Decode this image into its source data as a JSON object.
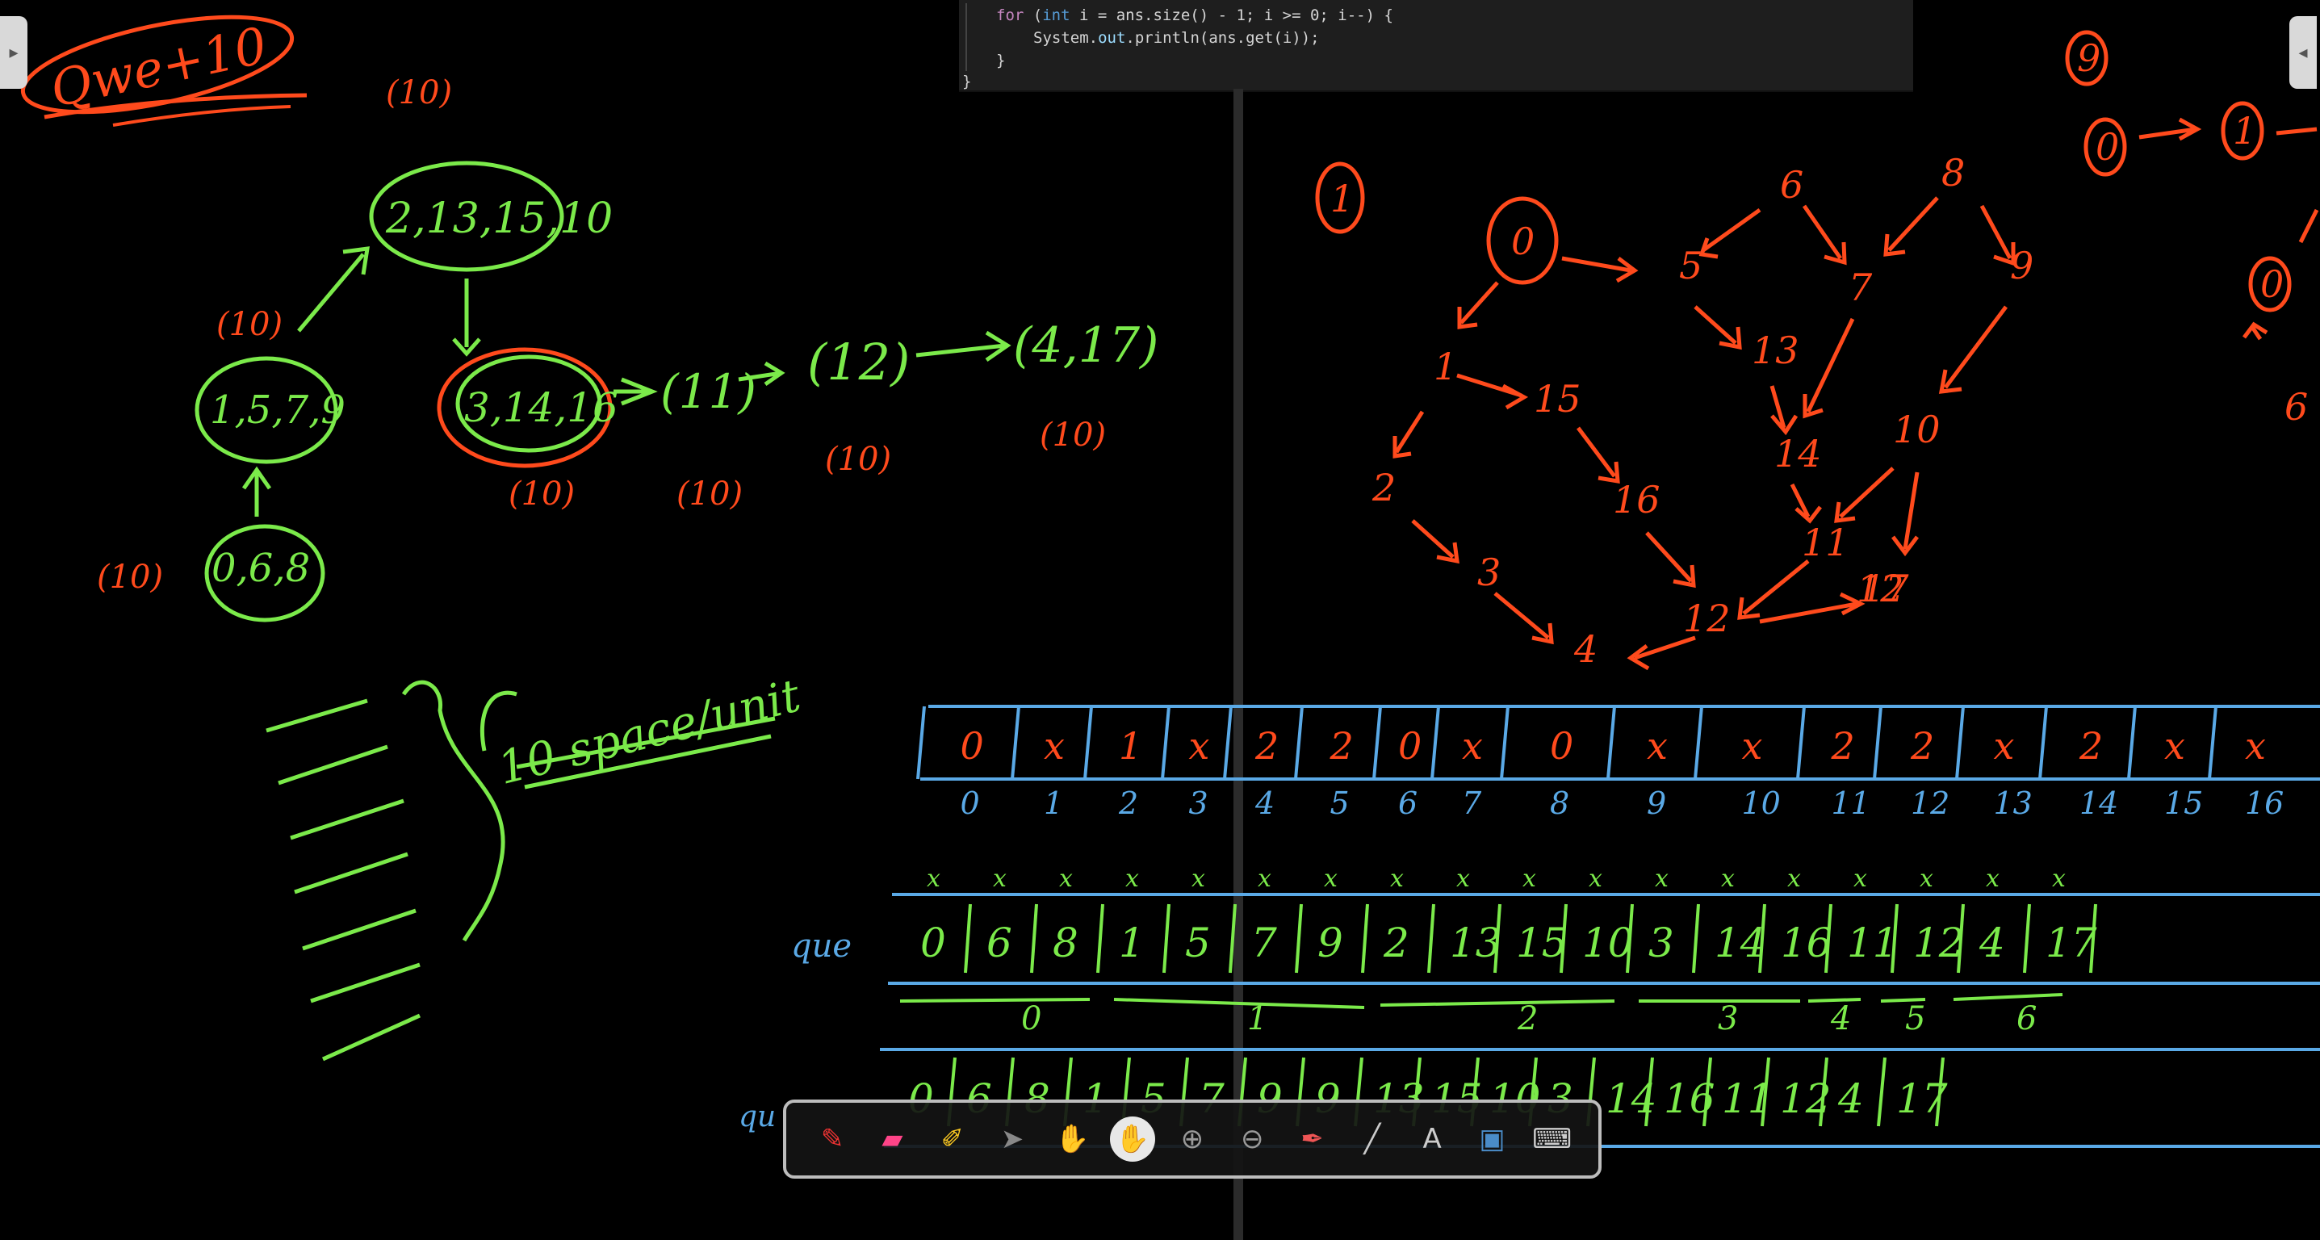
{
  "code": {
    "line1_for": "for",
    "line1_rest": " (",
    "line1_int": "int",
    "line1_tail": " i = ans.size() - 1; i >= 0; i--) {",
    "line2_sys": "System.",
    "line2_out": "out",
    "line2_tail": ".println(ans.get(i));",
    "line3": "}",
    "line4": "}"
  },
  "left_notes": {
    "title": "Qwe+10",
    "node_top": "2,13,15,10",
    "node_mid": "1,5,7,9",
    "node_bottom": "0,6,8",
    "node_red": "3,14,16",
    "node_11": "(11)",
    "node_12": "(12)",
    "node_417": "(4,17)",
    "label_10": "(10)",
    "ten_space": "10 space/unit"
  },
  "graph_labels": {
    "circle_left": "1",
    "circle_right": "9",
    "n0": "0",
    "n1": "1",
    "n2": "2",
    "n3": "3",
    "n4": "4",
    "n5": "5",
    "n6": "6",
    "n7": "7",
    "n8": "8",
    "n9": "9",
    "n10": "10",
    "n11": "11",
    "n12": "12",
    "n13": "13",
    "n14": "14",
    "n15": "15",
    "n16": "16",
    "n17": "17",
    "far_right_0": "0",
    "far_right_1": "1",
    "far_right_6": "6"
  },
  "indegree_array": {
    "cells": [
      "0",
      "x",
      "1",
      "x",
      "2",
      "2",
      "0",
      "x",
      "0",
      "x",
      "x",
      "2",
      "2",
      "x",
      "2",
      "x",
      "x"
    ],
    "indices": [
      "0",
      "1",
      "2",
      "3",
      "4",
      "5",
      "6",
      "7",
      "8",
      "9",
      "10",
      "11",
      "12",
      "13",
      "14",
      "15",
      "16"
    ]
  },
  "queue1": {
    "label": "que",
    "cells": [
      "0",
      "6",
      "8",
      "1",
      "5",
      "7",
      "9",
      "2",
      "13",
      "15",
      "10",
      "3",
      "14",
      "16",
      "11",
      "12",
      "4",
      "17"
    ],
    "levels": [
      "0",
      "1",
      "2",
      "3",
      "4",
      "5",
      "6"
    ]
  },
  "queue2": {
    "label": "qu",
    "cells": [
      "0",
      "6",
      "8",
      "1",
      "5",
      "7",
      "9",
      "9",
      "13",
      "15",
      "10",
      "3",
      "14",
      "16",
      "11",
      "12",
      "4",
      "17"
    ]
  },
  "toolbar": {
    "tools": [
      "pen-icon",
      "eraser-icon",
      "highlighter-icon",
      "pointer-icon",
      "laser-icon",
      "hand-icon",
      "zoom-in-icon",
      "zoom-out-icon",
      "color-picker-icon",
      "line-icon",
      "text-icon",
      "screen-icon",
      "keyboard-icon"
    ]
  },
  "colors": {
    "orange": "#ff4a1c",
    "green": "#7bea4a",
    "blue": "#5aa9e6",
    "code_keyword": "#569cd6",
    "code_text": "#d4d4d4"
  }
}
